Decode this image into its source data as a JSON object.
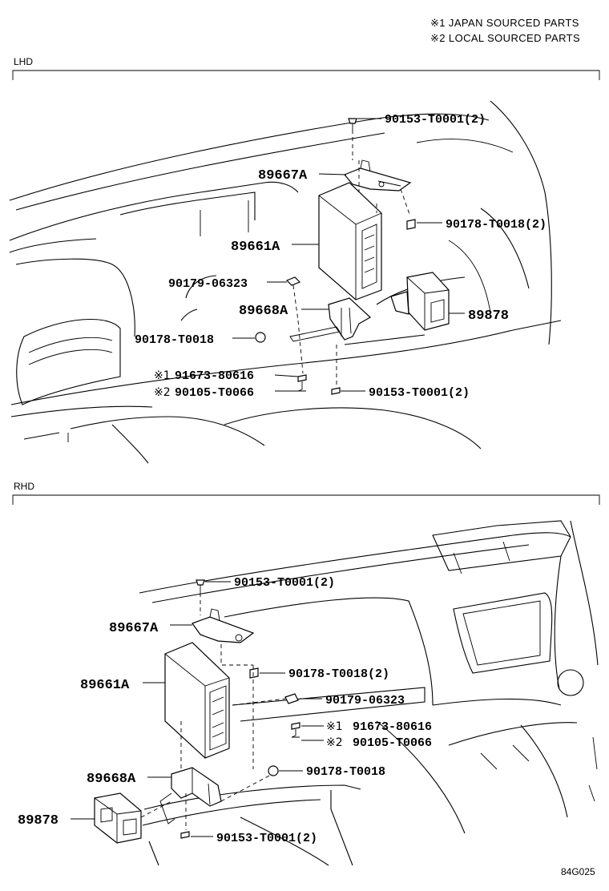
{
  "legend": {
    "japan": "※1 JAPAN SOURCED PARTS",
    "local": "※2 LOCAL SOURCED PARTS"
  },
  "lhd": {
    "title": "LHD",
    "labels": {
      "bolt_top": "90153-T0001(2)",
      "bracket_upper": "89667A",
      "nut_upper": "90178-T0018(2)",
      "ecu": "89661A",
      "clip": "90179-06323",
      "bracket_lower": "89668A",
      "module": "89878",
      "nut_lower": "90178-T0018",
      "mark1": "※1",
      "screw_japan": "91673-80616",
      "mark2": "※2",
      "screw_local": "90105-T0066",
      "bolt_bottom": "90153-T0001(2)"
    }
  },
  "rhd": {
    "title": "RHD",
    "labels": {
      "bolt_top": "90153-T0001(2)",
      "bracket_upper": "89667A",
      "nut_upper": "90178-T0018(2)",
      "ecu": "89661A",
      "clip": "90179-06323",
      "mark1": "※1",
      "screw_japan": "91673-80616",
      "mark2": "※2",
      "screw_local": "90105-T0066",
      "nut_lower": "90178-T0018",
      "bracket_lower": "89668A",
      "module": "89878",
      "bolt_bottom": "90153-T0001(2)"
    }
  },
  "figure_code": "84G025"
}
